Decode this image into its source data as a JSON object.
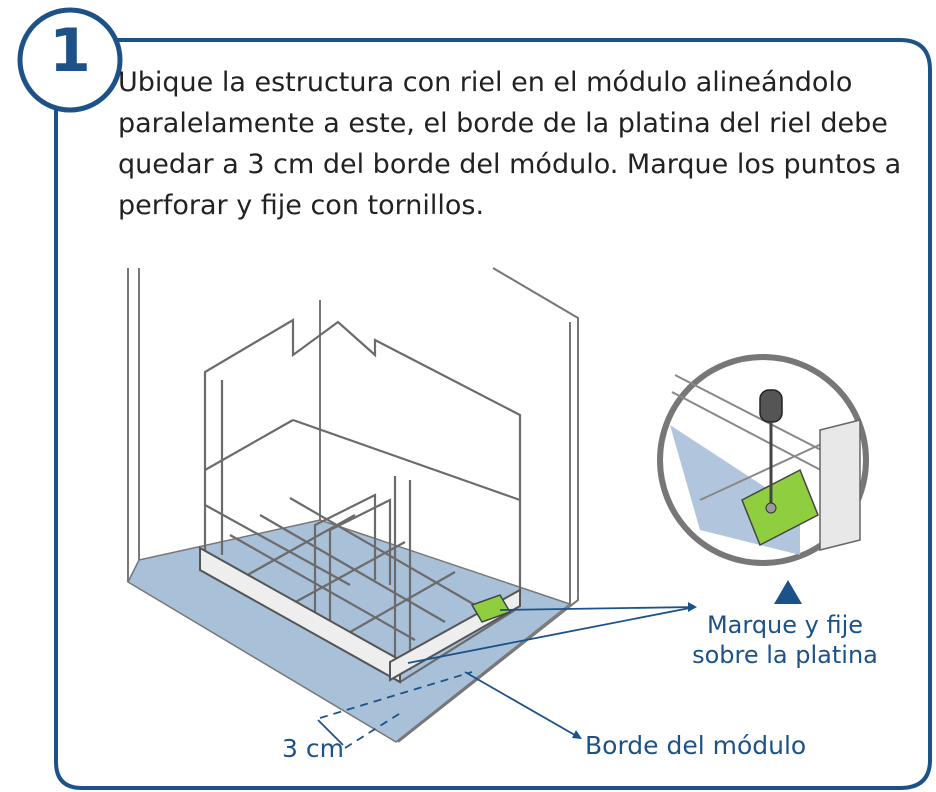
{
  "step": {
    "number": "1",
    "instruction": "Ubique la estructura con riel en el módulo alineándolo paralelamente a este, el borde de la platina del riel debe quedar a 3 cm del borde del módulo. Marque los puntos a perforar y fije con tornillos."
  },
  "labels": {
    "mark_fix_line1": "Marque y fije",
    "mark_fix_line2": "sobre la platina",
    "module_edge": "Borde del módulo",
    "distance": "3 cm"
  },
  "colors": {
    "frame": "#1d5289",
    "floor": "#a9c0d9",
    "plate": "#8fcf3f",
    "wire": "#6b6b6b"
  }
}
